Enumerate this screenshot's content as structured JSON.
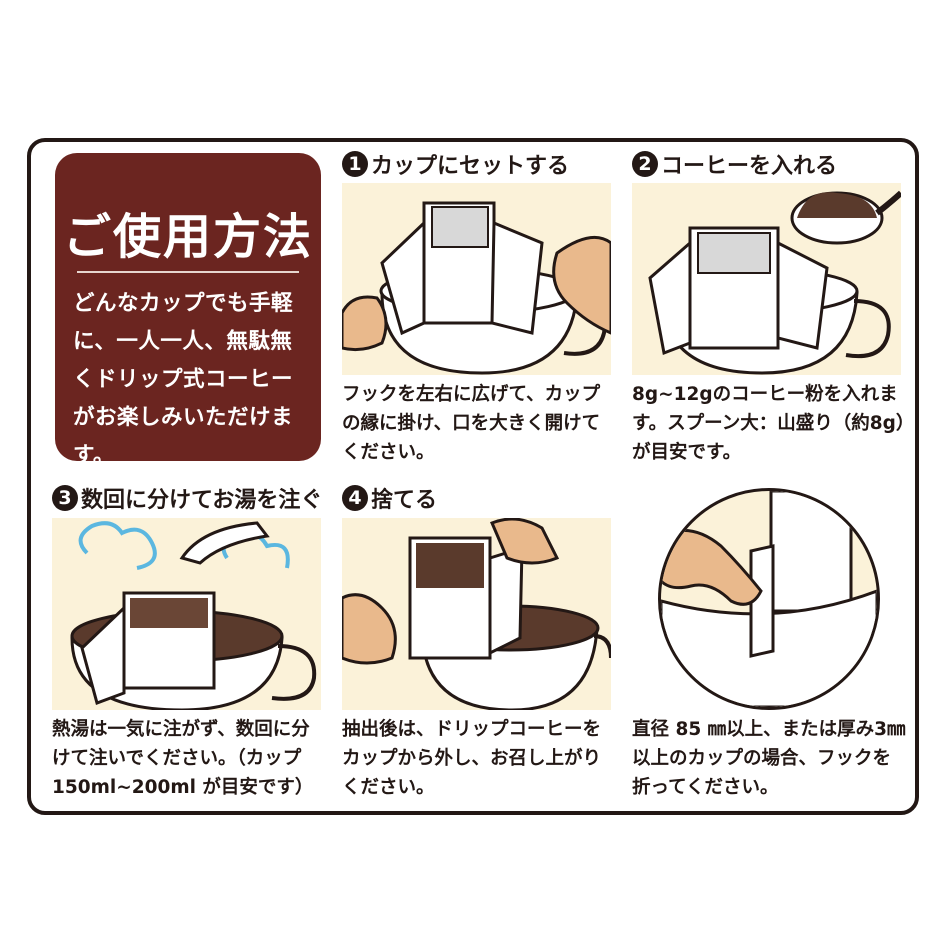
{
  "intro": {
    "title": "ご使用方法",
    "text": "どんなカップでも手軽に、一人一人、無駄無くドリップ式コーヒーがお楽しみいただけます。"
  },
  "steps": [
    {
      "number": "1",
      "title": "カップにセットする",
      "text": "フックを左右に広げて、カップの縁に掛け、口を大きく開けてください。"
    },
    {
      "number": "2",
      "title": "コーヒーを入れる",
      "text": "8g~12gのコーヒー粉を入れます。スプーン大：山盛り（約8g）が目安です。"
    },
    {
      "number": "3",
      "title": "数回に分けてお湯を注ぐ",
      "text": "熱湯は一気に注がず、数回に分けて注いでください。（カップ150ml~200ml が目安です）"
    },
    {
      "number": "4",
      "title": "捨てる",
      "text": "抽出後は、ドリップコーヒーをカップから外し、お召し上がりください。"
    }
  ],
  "note": {
    "text": "直径 85 ㎜以上、または厚み3㎜以上のカップの場合、フックを折ってください。"
  },
  "colors": {
    "title_background": "#6b2520",
    "panel_background": "#fbf2d9",
    "ink": "#231815",
    "coffee": "#5a3a2c"
  }
}
